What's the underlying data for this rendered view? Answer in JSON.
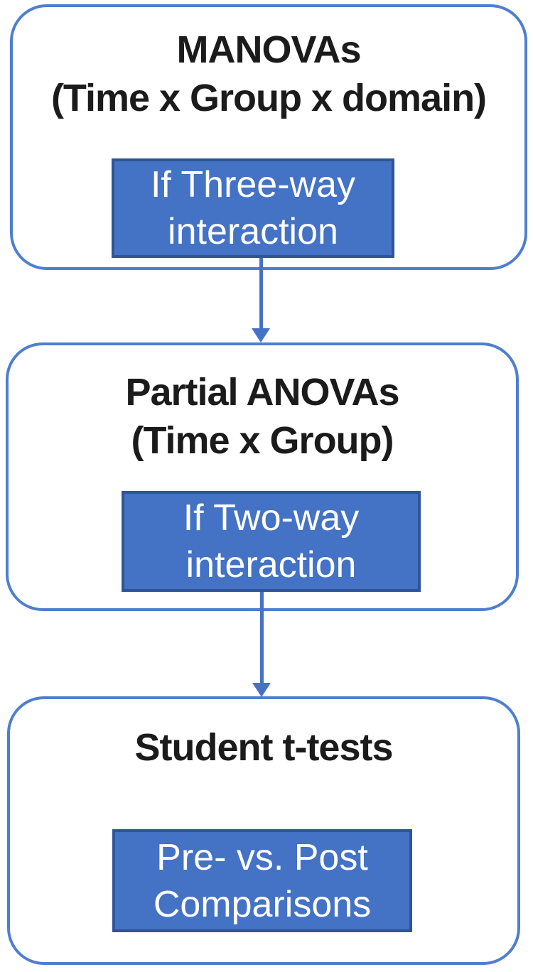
{
  "diagram": {
    "type": "flowchart",
    "direction": "top-down",
    "nodes": [
      {
        "id": "manovas",
        "title_line1": "MANOVAs",
        "title_line2": "(Time x Group x domain)",
        "label_line1": "If Three-way",
        "label_line2": "interaction"
      },
      {
        "id": "partial-anovas",
        "title_line1": "Partial ANOVAs",
        "title_line2": "(Time x Group)",
        "label_line1": "If Two-way",
        "label_line2": "interaction"
      },
      {
        "id": "student-t-tests",
        "title_line1": "Student t-tests",
        "title_line2": "",
        "label_line1": "Pre- vs. Post",
        "label_line2": "Comparisons"
      }
    ],
    "connectors": [
      {
        "from": "manovas",
        "to": "partial-anovas"
      },
      {
        "from": "partial-anovas",
        "to": "student-t-tests"
      }
    ],
    "colors": {
      "label_fill": "#4472C4",
      "label_border": "#2F5597",
      "label_text": "#FFFFFF",
      "node_border": "#4E7ED0",
      "arrow": "#4472C4",
      "title_text": "#1B1B1B",
      "background": "#FFFFFF"
    }
  }
}
